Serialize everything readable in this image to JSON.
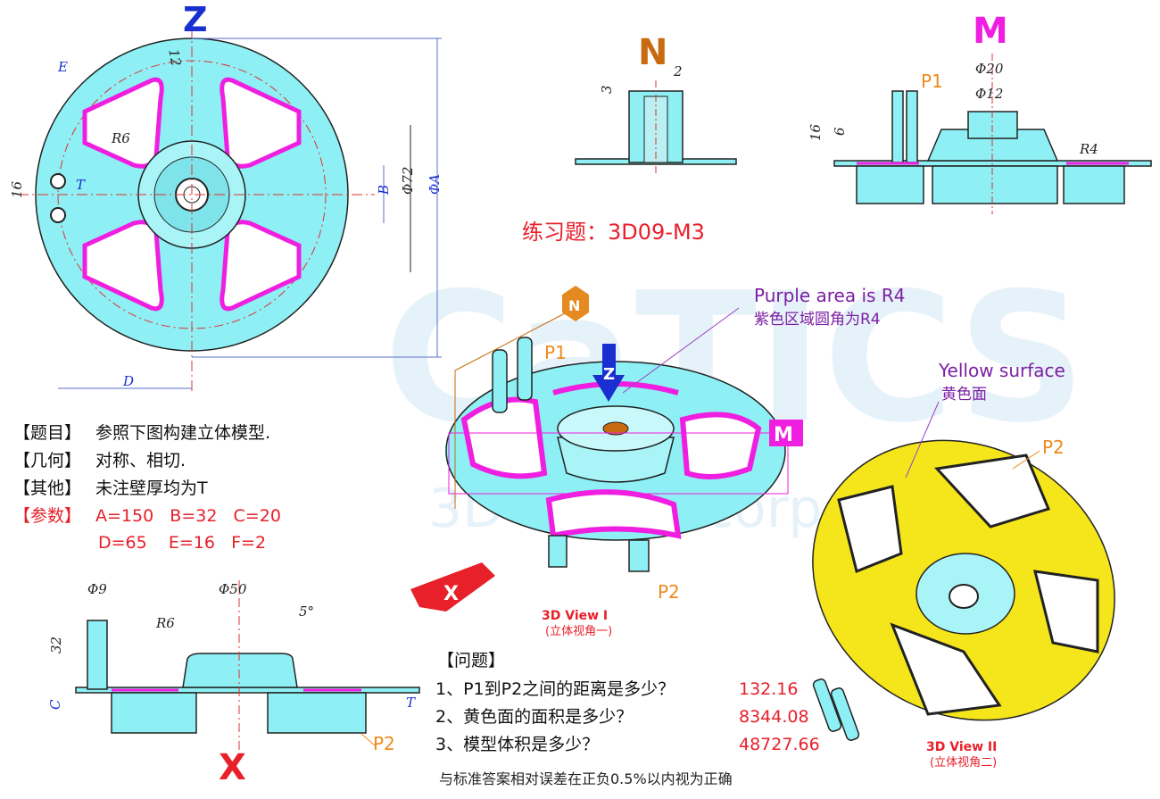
{
  "views": {
    "z_label": "Z",
    "n_label": "N",
    "m_label": "M",
    "x_label": "X",
    "view1_title": "3D View I",
    "view1_sub": "(立体视角一)",
    "view2_title": "3D View II",
    "view2_sub": "(立体视角二)"
  },
  "z_view_dims": {
    "d12": "12",
    "e": "E",
    "r6": "R6",
    "d16": "16",
    "t": "T",
    "b": "B",
    "phi72": "Φ72",
    "phia": "ΦA",
    "d": "D"
  },
  "n_view_dims": {
    "d2": "2",
    "d3": "3"
  },
  "m_view_dims": {
    "phi20": "Φ20",
    "phi12": "Φ12",
    "p1": "P1",
    "d16": "16",
    "d6": "6",
    "r4": "R4"
  },
  "x_view_dims": {
    "phi9": "Φ9",
    "phi50": "Φ50",
    "r6": "R6",
    "deg5": "5°",
    "d32": "32",
    "c": "C",
    "t": "T",
    "p2": "P2"
  },
  "title": "练习题：3D09-M3",
  "annotations": {
    "purple_en": "Purple area is R4",
    "purple_cn": "紫色区域圆角为R4",
    "yellow_en": "Yellow surface",
    "yellow_cn": "黄色面",
    "p1": "P1",
    "p2": "P2",
    "p2b": "P2"
  },
  "watermark": "CaTICS",
  "watermark_sub": "3D digital corporation",
  "spec": {
    "rows": [
      {
        "label": "【题目】",
        "text": "参照下图构建立体模型."
      },
      {
        "label": "【几何】",
        "text": "对称、相切."
      },
      {
        "label": "【其他】",
        "text": "未注壁厚均为T"
      }
    ],
    "param_label": "【参数】",
    "params_line1": "A=150   B=32   C=20",
    "params_line2": "D=65    E=16   F=2"
  },
  "questions": {
    "header": "【问题】",
    "items": [
      {
        "q": "1、P1到P2之间的距离是多少？",
        "a": "132.16"
      },
      {
        "q": "2、黄色面的面积是多少？",
        "a": "8344.08"
      },
      {
        "q": "3、模型体积是多少？",
        "a": "48727.66"
      }
    ],
    "note": "与标准答案相对误差在正负0.5%以内视为正确"
  },
  "colors": {
    "cyan": "#8ef0f4",
    "magenta": "#f01ee0",
    "yellow": "#f5e61c",
    "red": "#e8202a",
    "blue": "#1a2fd0",
    "orange": "#c86a10"
  }
}
